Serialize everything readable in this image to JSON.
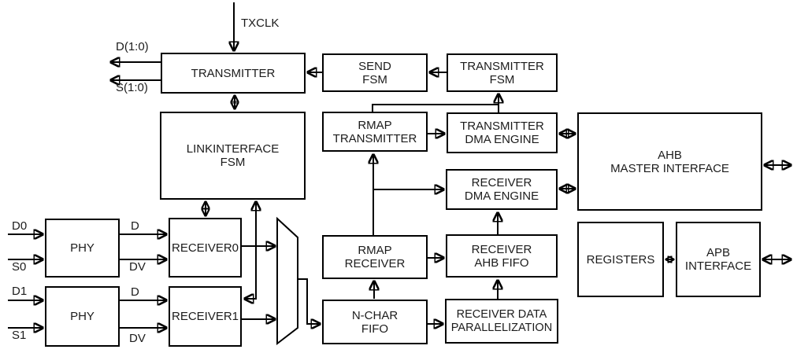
{
  "diagram": {
    "type": "block-diagram",
    "colors": {
      "line": "#000000",
      "background": "#ffffff",
      "text": "#1c1c1c"
    },
    "blocks": {
      "transmitter": "TRANSMITTER",
      "send_fsm": "SEND\nFSM",
      "transmitter_fsm": "TRANSMITTER\nFSM",
      "linkinterface_fsm": "LINKINTERFACE\nFSM",
      "rmap_transmitter": "RMAP\nTRANSMITTER",
      "transmitter_dma_engine": "TRANSMITTER\nDMA ENGINE",
      "receiver_dma_engine": "RECEIVER\nDMA ENGINE",
      "ahb_master_interface": "AHB\nMASTER INTERFACE",
      "phy0": "PHY",
      "phy1": "PHY",
      "receiver0": "RECEIVER0",
      "receiver1": "RECEIVER1",
      "rmap_receiver": "RMAP\nRECEIVER",
      "n_char_fifo": "N-CHAR\nFIFO",
      "receiver_ahb_fifo": "RECEIVER\nAHB FIFO",
      "receiver_data_parallelization": "RECEIVER DATA\nPARALLELIZATION",
      "registers": "REGISTERS",
      "apb_interface": "APB\nINTERFACE"
    },
    "signals": {
      "txclk": "TXCLK",
      "data_out": "D(1:0)",
      "strobe_out": "S(1:0)",
      "d0": "D0",
      "s0": "S0",
      "d1": "D1",
      "s1": "S1",
      "phy0_d": "D",
      "phy0_dv": "DV",
      "phy1_d": "D",
      "phy1_dv": "DV"
    }
  }
}
